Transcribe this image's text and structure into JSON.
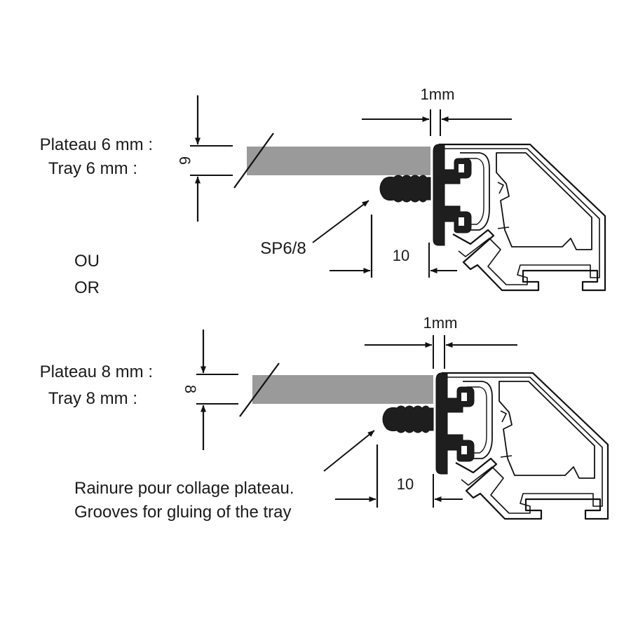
{
  "top": {
    "label_fr": "Plateau 6 mm :",
    "label_en": "Tray 6 mm :",
    "thickness": "6",
    "gap": "1mm",
    "depth": "10",
    "part": "SP6/8"
  },
  "separator": {
    "fr": "OU",
    "en": "OR"
  },
  "bottom": {
    "label_fr": "Plateau 8 mm :",
    "label_en": "Tray 8 mm :",
    "thickness": "8",
    "gap": "1mm",
    "depth": "10",
    "caption_fr": "Rainure pour collage plateau.",
    "caption_en": "Grooves for gluing of the tray"
  },
  "colors": {
    "line": "#111111",
    "tray_fill": "#9a9a9a",
    "seal_fill": "#1e1e1e"
  }
}
